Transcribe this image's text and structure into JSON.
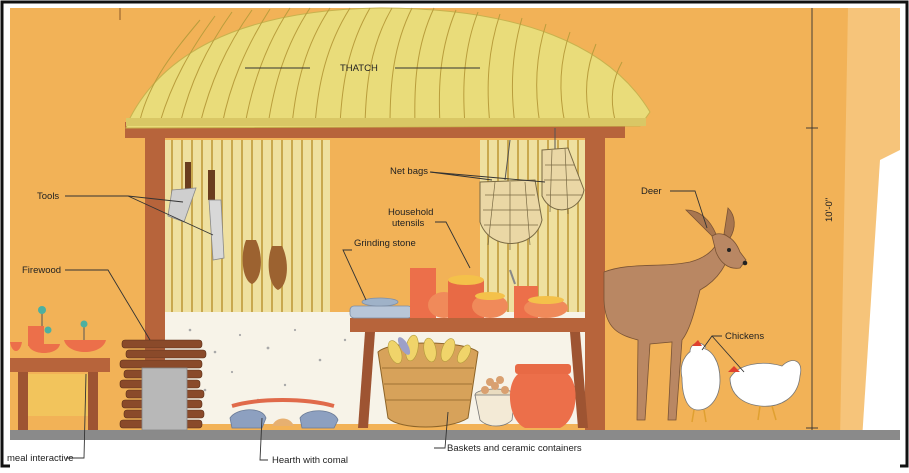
{
  "labels": {
    "thatch": "THATCH",
    "net_bags": "Net bags",
    "tools": "Tools",
    "household_utensils_line1": "Household",
    "household_utensils_line2": "utensils",
    "grinding_stone": "Grinding stone",
    "firewood": "Firewood",
    "deer": "Deer",
    "chickens": "Chickens",
    "height": "10'-0\"",
    "meal_interactive": "meal interactive",
    "hearth_with_comal": "Hearth with comal",
    "baskets_and_ceramic_containers": "Baskets and ceramic containers"
  },
  "colors": {
    "wall": "#f2b257",
    "thatch": "#e9dc7a",
    "post": "#b7643b",
    "bamboo": "#efe0a0",
    "plaster": "#f7f3e8",
    "floor": "#8a8a8a",
    "pottery": "#ec6f4a",
    "deer": "#b98763",
    "basket": "#d7a25a"
  }
}
